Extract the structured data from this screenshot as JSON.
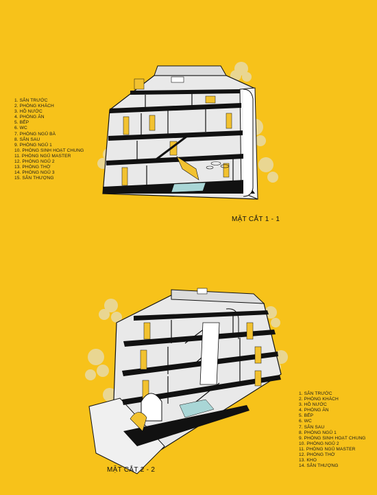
{
  "section_1": {
    "title": "MẶT CẮT 1 - 1",
    "legend": [
      "1. SÂN TRƯỚC",
      "2. PHÒNG KHÁCH",
      "3. HỒ NƯỚC",
      "4. PHÒNG ĂN",
      "5. BẾP",
      "6. WC",
      "7. PHÒNG NGỦ BÀ",
      "8. SÂN SAU",
      "9. PHÒNG NGỦ 1",
      "10. PHÒNG SINH HOẠT CHUNG",
      "11. PHÒNG NGỦ MASTER",
      "12. PHÒNG NGỦ 2",
      "13. PHÒNG THỜ",
      "14. PHÒNG NGỦ 3",
      "15. SÂN THƯỢNG"
    ]
  },
  "section_2": {
    "title": "MẶT CẮT 2 - 2",
    "legend": [
      "1. SÂN TRƯỚC",
      "2. PHÒNG KHÁCH",
      "3. HỒ NƯỚC",
      "4. PHÒNG ĂN",
      "5. BẾP",
      "6. WC",
      "7. SÂN SAU",
      "8. PHÒNG NGỦ 1",
      "9. PHÒNG SINH HOẠT CHUNG",
      "10. PHÒNG NGỦ 2",
      "11. PHÒNG NGỦ MASTER",
      "12. PHÒNG THỜ",
      "13. KHO",
      "14. SÂN THƯỢNG"
    ]
  },
  "colors": {
    "background": "#f7c21a",
    "structure": "#111111",
    "wall": "#ededed",
    "accent": "#f2c230",
    "water": "#a9d6d6"
  }
}
